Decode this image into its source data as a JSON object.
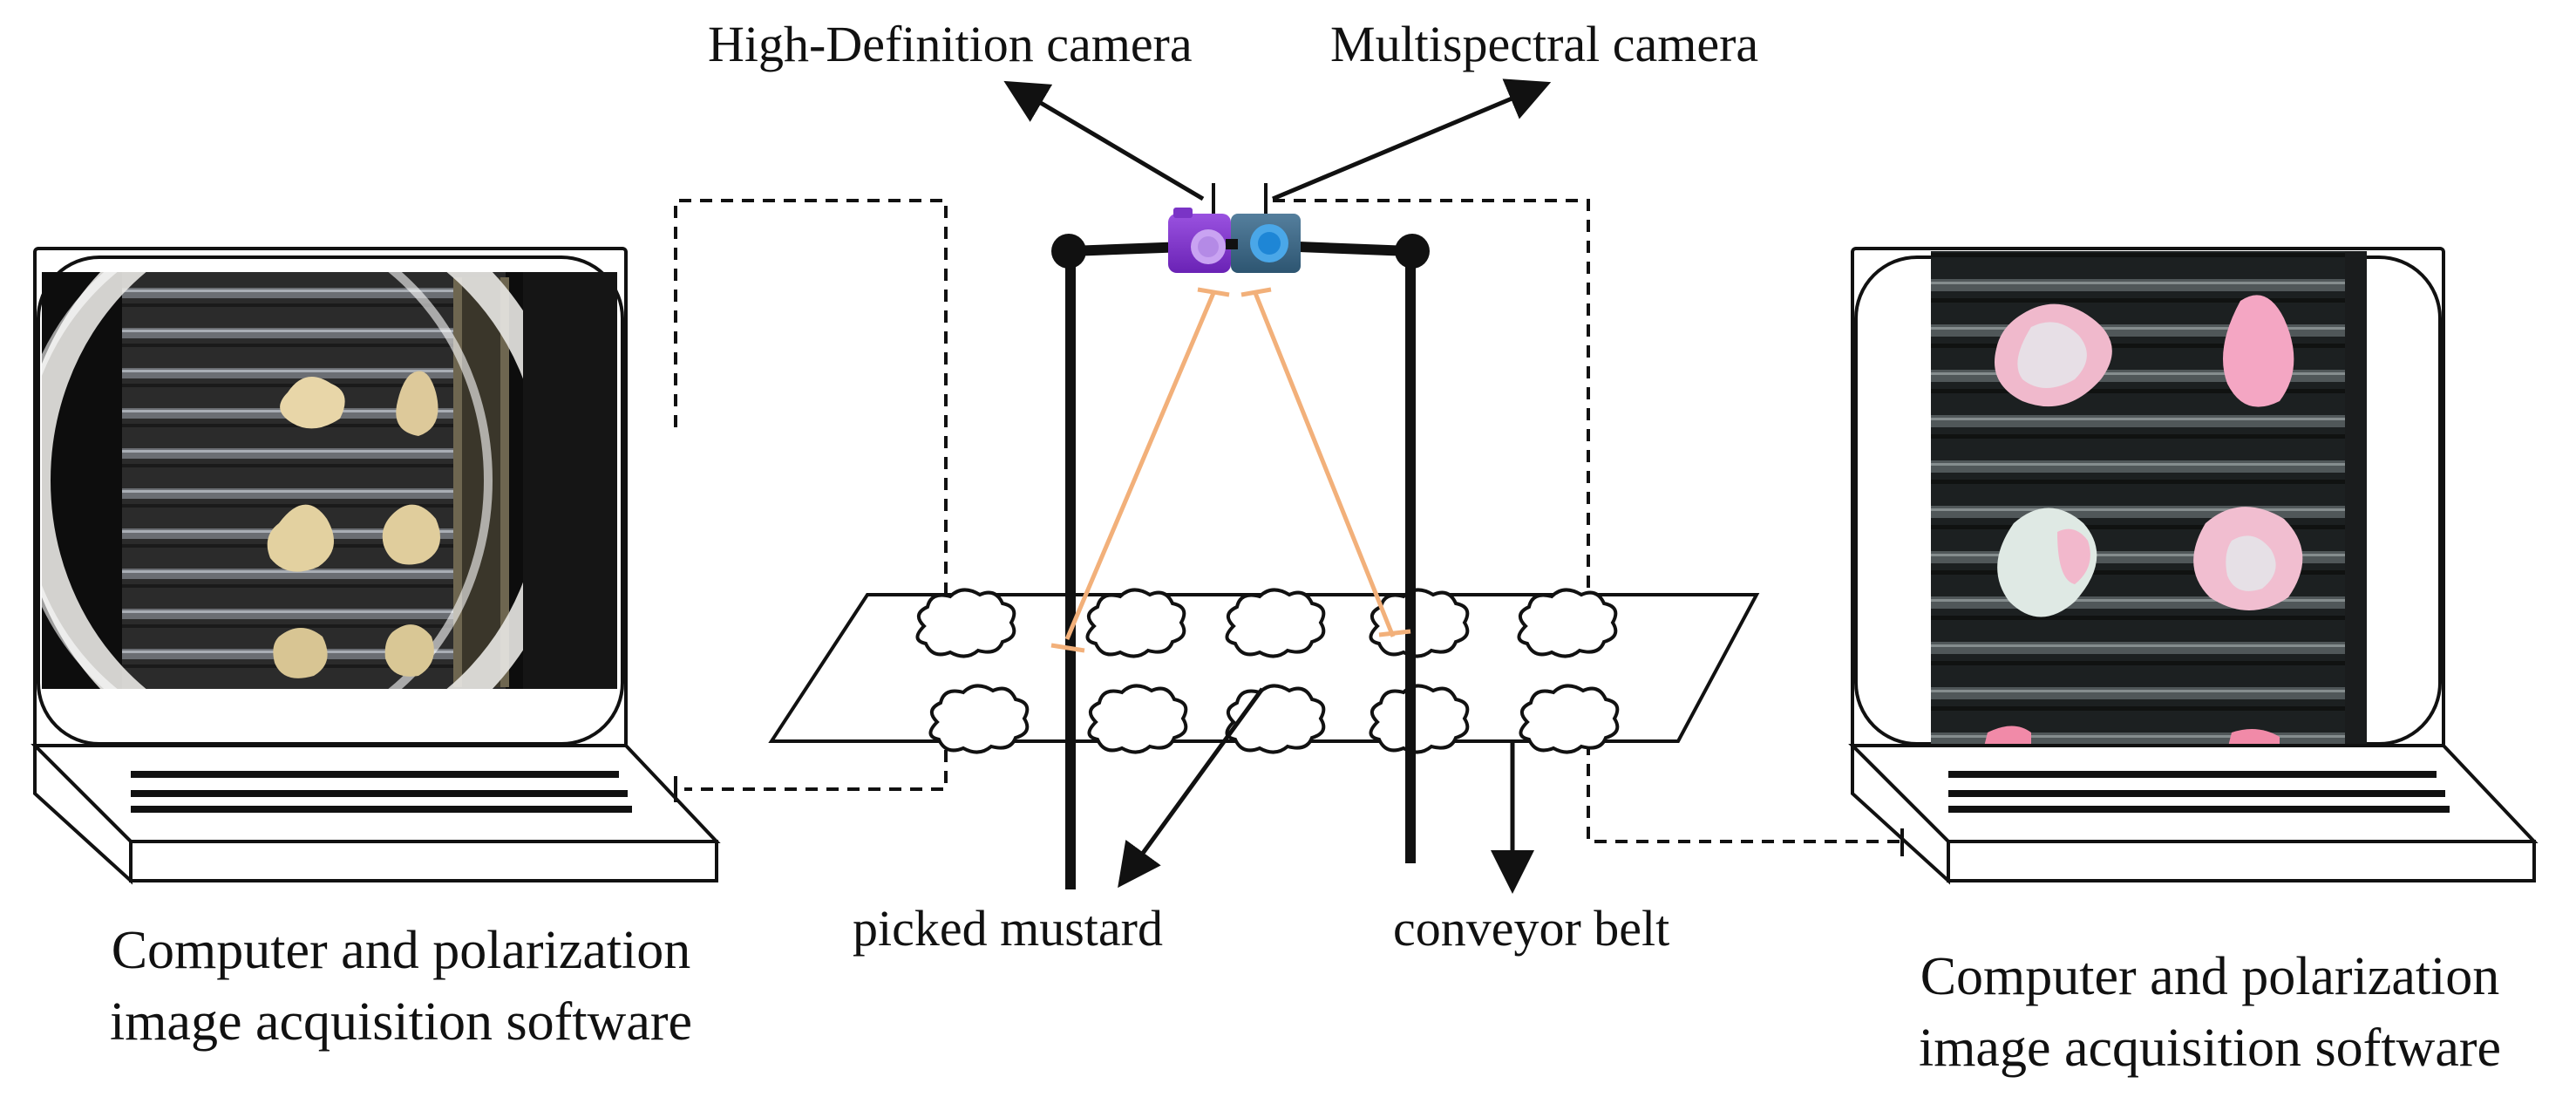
{
  "labels": {
    "hd_camera": "High-Definition camera",
    "multispectral_camera": "Multispectral camera",
    "picked_mustard": "picked mustard",
    "conveyor_belt": "conveyor belt"
  },
  "left_computer": {
    "caption_line1": "Computer and polarization",
    "caption_line2": "image acquisition software"
  },
  "right_computer": {
    "caption_line1": "Computer and polarization",
    "caption_line2": "image acquisition software"
  },
  "colors": {
    "hd_camera": "#8a3fd1",
    "multispectral_camera": "#3a6f93",
    "light_beams": "#f2b07a",
    "line": "#111111",
    "mustard_left": "#e6d3a6",
    "mustard_right": "#f2a8c0"
  }
}
